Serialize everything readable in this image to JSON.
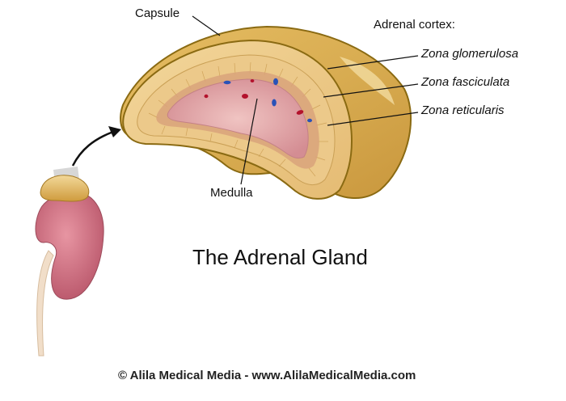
{
  "diagram": {
    "title": "The Adrenal Gland",
    "labels": {
      "capsule": "Capsule",
      "adrenal_cortex": "Adrenal cortex:",
      "zona_glomerulosa": "Zona glomerulosa",
      "zona_fasciculata": "Zona fasciculata",
      "zona_reticularis": "Zona reticularis",
      "medulla": "Medulla"
    },
    "credit": "© Alila Medical Media - www.AlilaMedicalMedia.com"
  },
  "colors": {
    "capsule_outline": "#8a6a12",
    "cortex_outer": "#dcb45a",
    "cortex_mid": "#e9c98a",
    "cortex_inner": "#d9a37a",
    "medulla": "#d9929a",
    "medulla_light": "#e7b3b4",
    "vessel_blue": "#2a52b8",
    "vessel_red": "#b3122c",
    "kidney": "#c96a78",
    "kidney_dark": "#a4505e",
    "ureter": "#efd9c3",
    "arrow": "#111111"
  }
}
